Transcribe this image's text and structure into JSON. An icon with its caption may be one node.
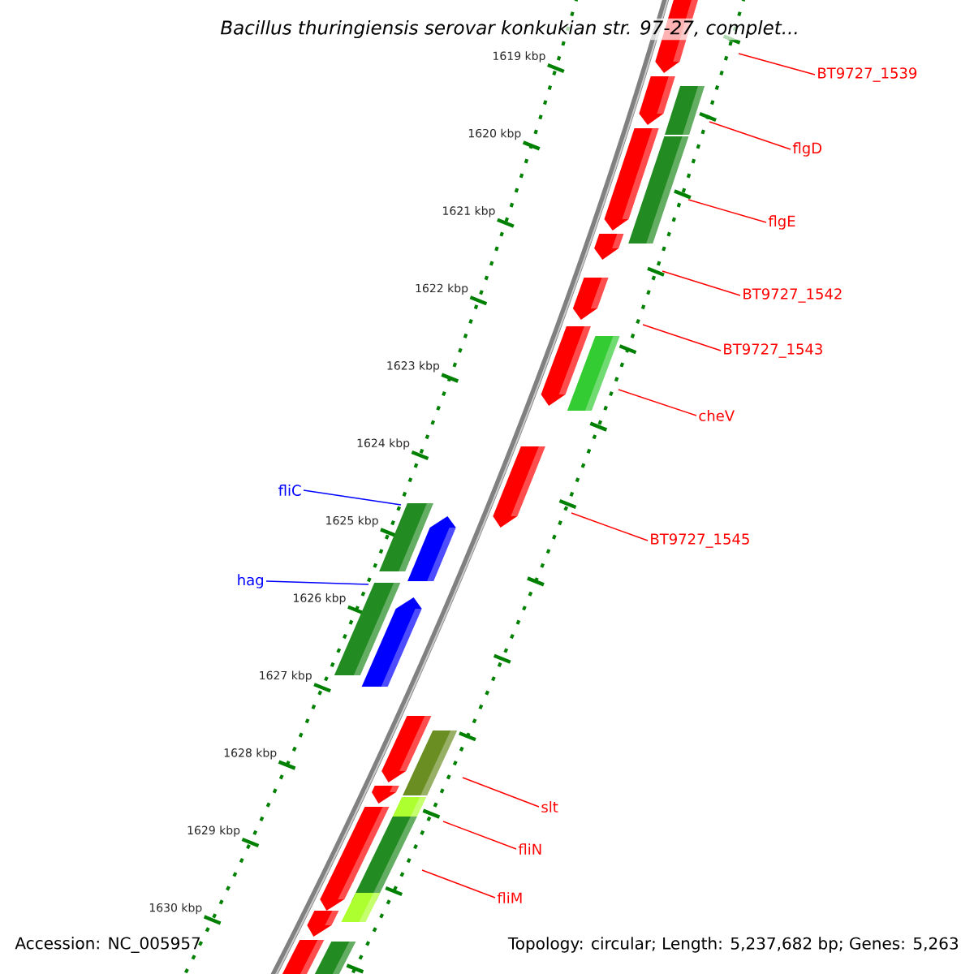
{
  "diagram": {
    "title": "Bacillus thuringiensis serovar konkukian str. 97-27, complet...",
    "nodes": [
      {
        "text": [
          "BT9727_1539"
        ]
      },
      {
        "text": [
          "flgD"
        ]
      },
      {
        "text": [
          "flgE"
        ]
      },
      {
        "text": [
          "BT9727_1542"
        ]
      },
      {
        "text": [
          "BT9727_1543"
        ]
      },
      {
        "text": [
          "cheV"
        ]
      },
      {
        "text": [
          "fliC"
        ]
      },
      {
        "text": [
          "BT9727_1545"
        ]
      },
      {
        "text": [
          "hag"
        ]
      },
      {
        "text": [
          "slt"
        ]
      },
      {
        "text": [
          "fliN"
        ]
      },
      {
        "text": [
          "fliM"
        ]
      }
    ],
    "edges": [
      {
        "from": 0,
        "to": null,
        "arrow": "none"
      },
      {
        "from": 1,
        "to": null,
        "arrow": "none"
      },
      {
        "from": 2,
        "to": null,
        "arrow": "none"
      },
      {
        "from": 3,
        "to": null,
        "arrow": "none"
      },
      {
        "from": 4,
        "to": null,
        "arrow": "none"
      },
      {
        "from": 5,
        "to": null,
        "arrow": "none"
      },
      {
        "from": 6,
        "to": null,
        "arrow": "none",
        "color": "#0000ff"
      },
      {
        "from": 7,
        "to": null,
        "arrow": "none"
      },
      {
        "from": 8,
        "to": null,
        "arrow": "none",
        "color": "#0000ff"
      },
      {
        "from": 9,
        "to": null,
        "arrow": "none"
      },
      {
        "from": 10,
        "to": null,
        "arrow": "none"
      },
      {
        "from": 11,
        "to": null,
        "arrow": "none"
      }
    ],
    "labels": [
      "1619 kbp",
      "1620 kbp",
      "1621 kbp",
      "1622 kbp",
      "1623 kbp",
      "1624 kbp",
      "1625 kbp",
      "1626 kbp",
      "1627 kbp",
      "1628 kbp",
      "1629 kbp",
      "1630 kbp",
      "Accession: NC_005957",
      "Topology: circular; Length: 5,237,682 bp; Genes: 5,263"
    ]
  }
}
